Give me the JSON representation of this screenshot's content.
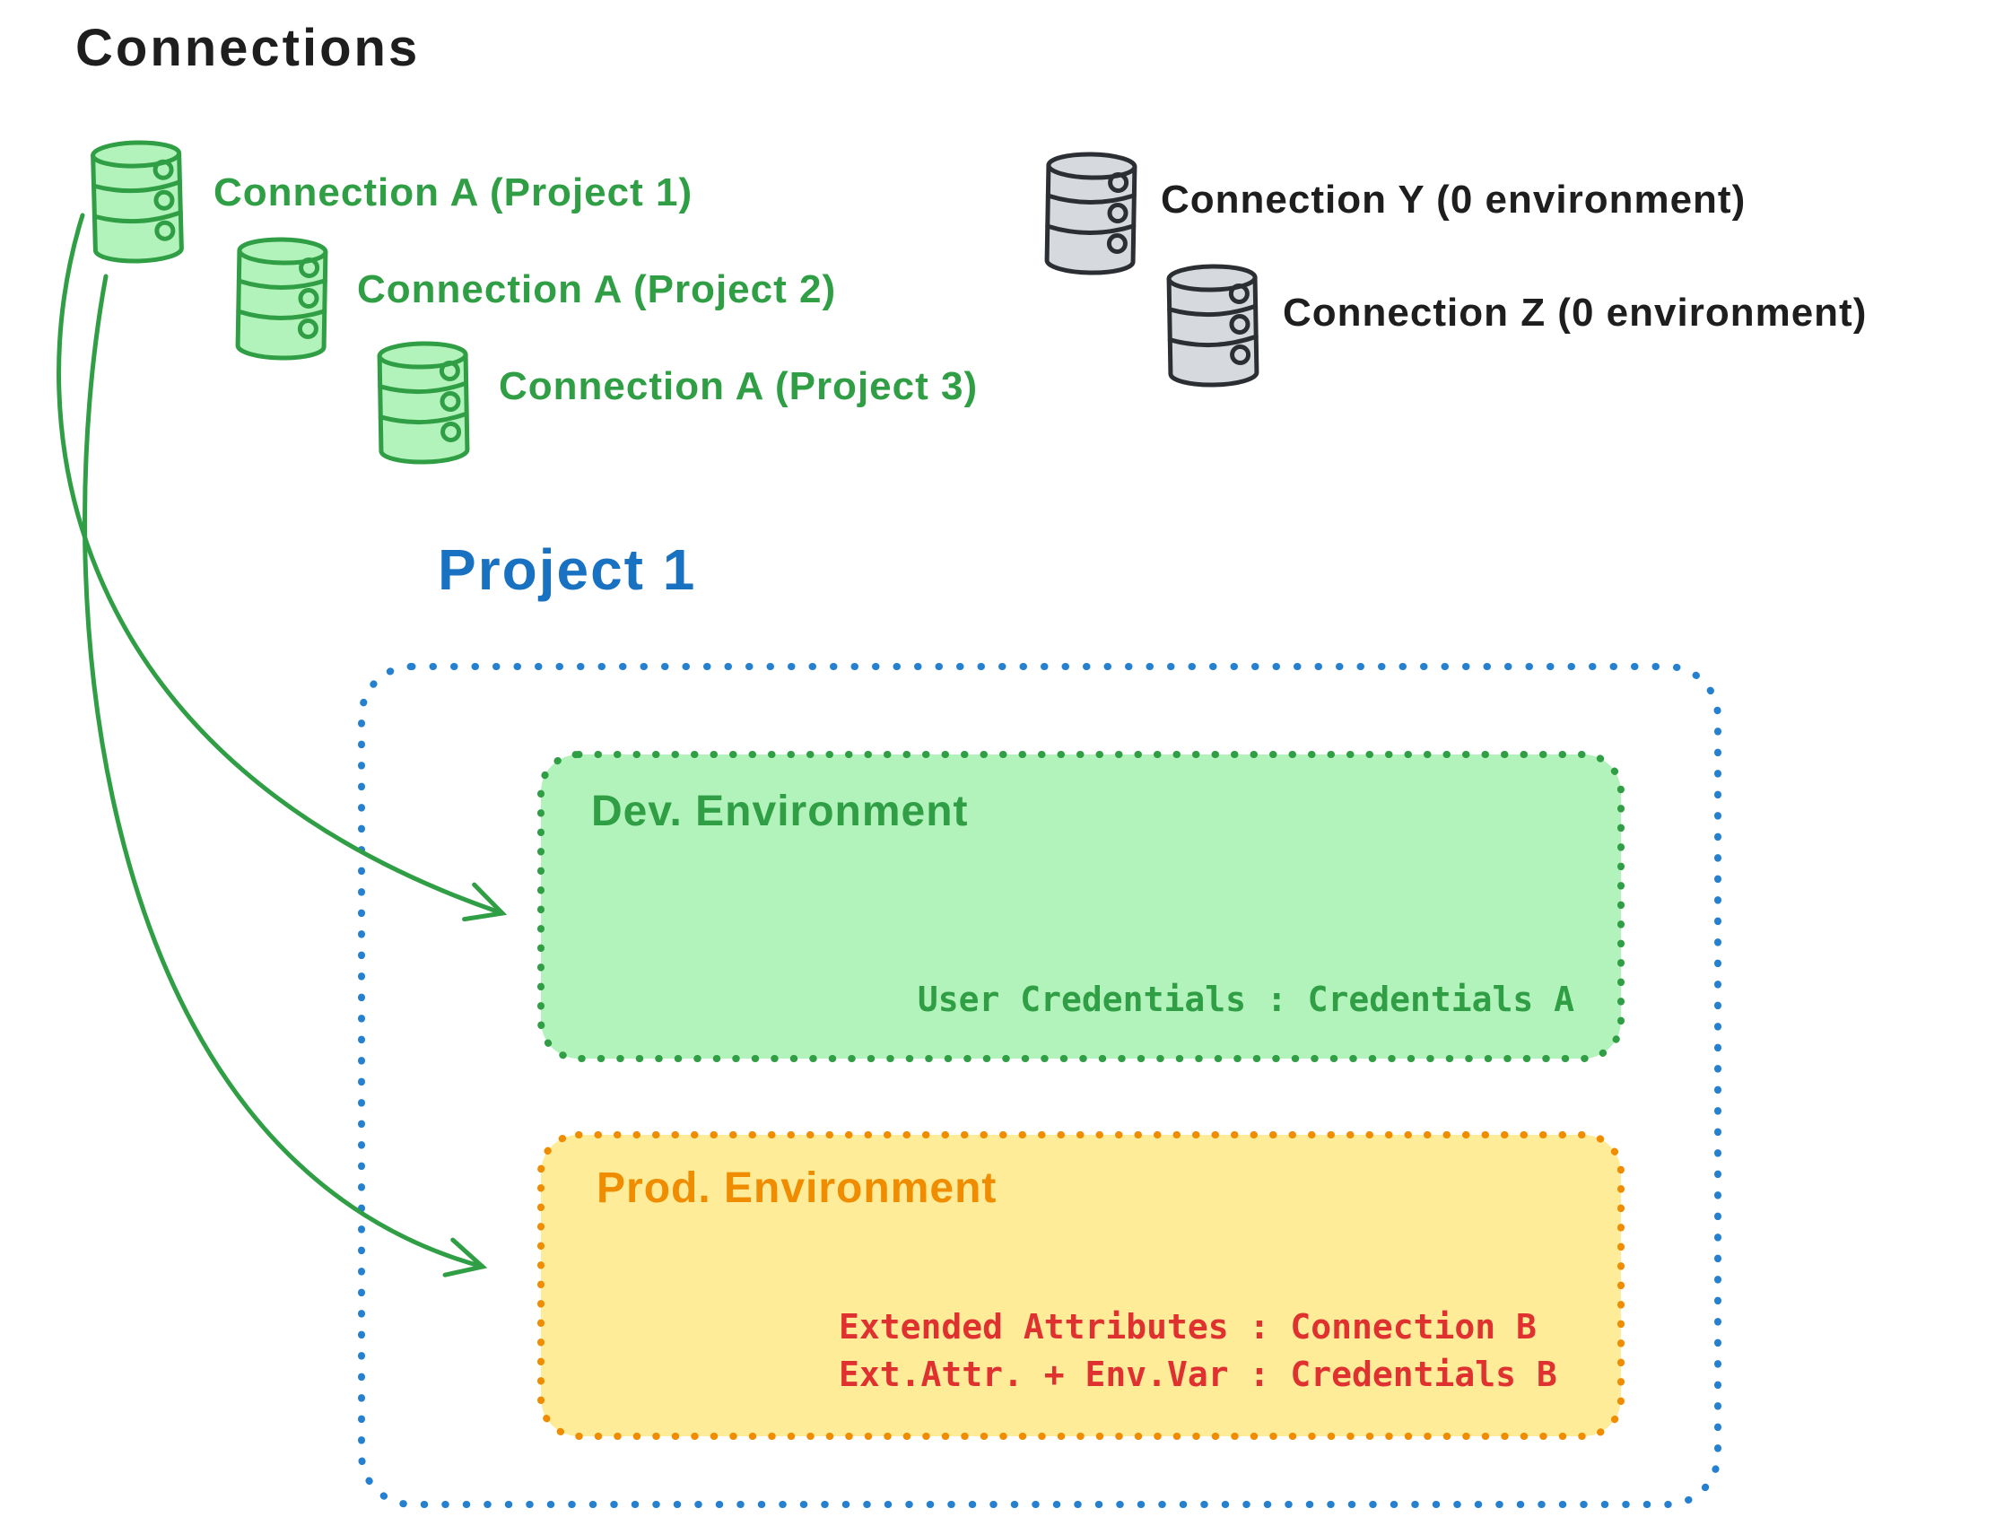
{
  "title": "Connections",
  "palette": {
    "black": "#1e1e1e",
    "green": "#2f9e44",
    "green_fill": "#b2f2bb",
    "blue_text": "#1971c2",
    "blue_border": "#2580d0",
    "orange": "#f08c00",
    "yellow_fill": "#ffec99",
    "red": "#e03131",
    "gray_fill": "#d6dade",
    "gray_stroke": "#2b2f33"
  },
  "green_connections": [
    {
      "icon": "database-icon",
      "label": "Connection A (Project 1)"
    },
    {
      "icon": "database-icon",
      "label": "Connection A (Project 2)"
    },
    {
      "icon": "database-icon",
      "label": "Connection A (Project 3)"
    }
  ],
  "gray_connections": [
    {
      "icon": "database-icon",
      "label": "Connection Y (0 environment)"
    },
    {
      "icon": "database-icon",
      "label": "Connection Z (0 environment)"
    }
  ],
  "project": {
    "title": "Project 1",
    "dev_environment": {
      "title": "Dev. Environment",
      "mapping": "User Credentials : Credentials A"
    },
    "prod_environment": {
      "title": "Prod. Environment",
      "mappings": [
        "Extended Attributes : Connection B",
        "Ext.Attr. + Env.Var : Credentials B"
      ]
    }
  }
}
